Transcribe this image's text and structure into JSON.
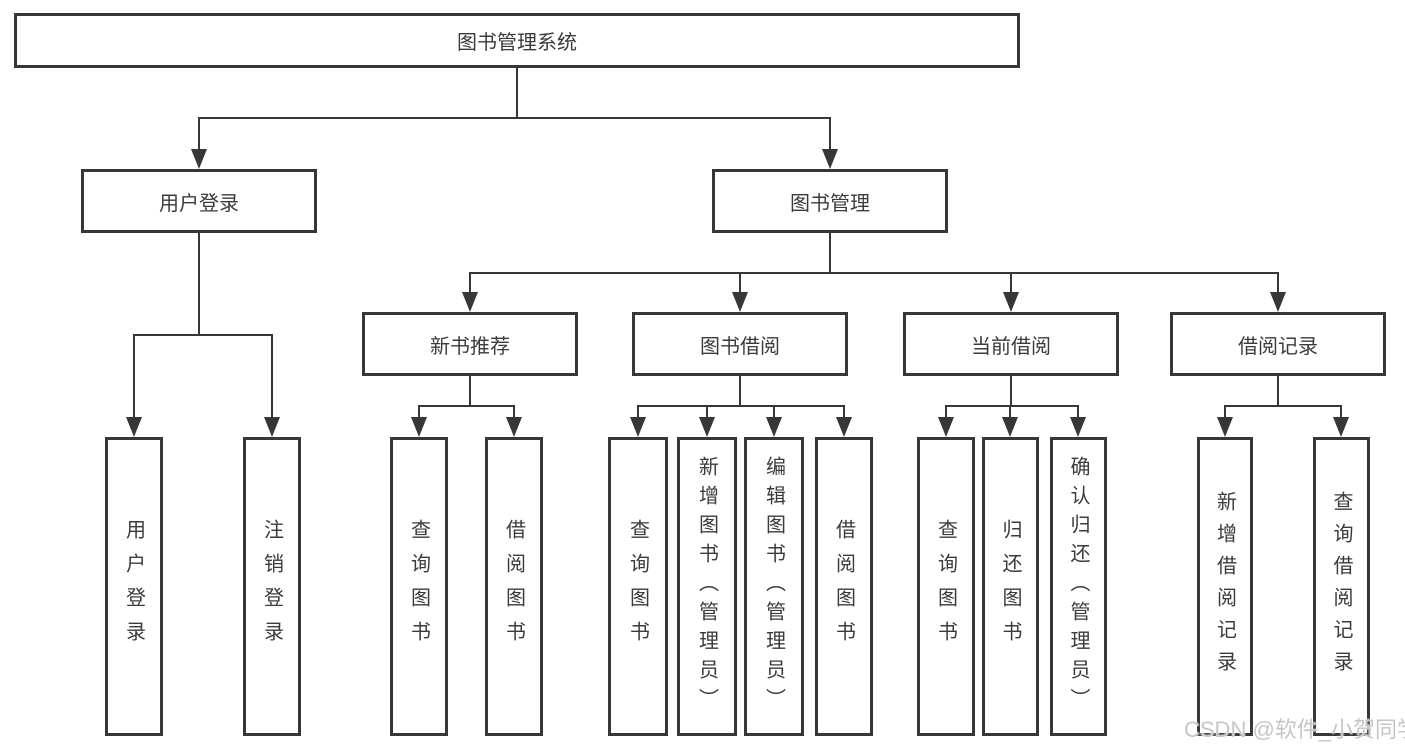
{
  "colors": {
    "line": "#373737",
    "text": "#3b3b3b",
    "box_background": "#ffffff",
    "watermark": "#c6c6c6",
    "background": "#ffffff"
  },
  "watermark": {
    "text": "CSDN @软件_小贺同学"
  },
  "tree": {
    "label": "图书管理系统",
    "children": [
      {
        "label": "用户登录",
        "children": [
          {
            "label": "用户登录"
          },
          {
            "label": "注销登录"
          }
        ]
      },
      {
        "label": "图书管理",
        "children": [
          {
            "label": "新书推荐",
            "children": [
              {
                "label": "查询图书"
              },
              {
                "label": "借阅图书"
              }
            ]
          },
          {
            "label": "图书借阅",
            "children": [
              {
                "label": "查询图书"
              },
              {
                "label": "新增图书（管理员）"
              },
              {
                "label": "编辑图书（管理员）"
              },
              {
                "label": "借阅图书"
              }
            ]
          },
          {
            "label": "当前借阅",
            "children": [
              {
                "label": "查询图书"
              },
              {
                "label": "归还图书"
              },
              {
                "label": "确认归还（管理员）"
              }
            ]
          },
          {
            "label": "借阅记录",
            "children": [
              {
                "label": "新增借阅记录"
              },
              {
                "label": "查询借阅记录"
              }
            ]
          }
        ]
      }
    ]
  }
}
